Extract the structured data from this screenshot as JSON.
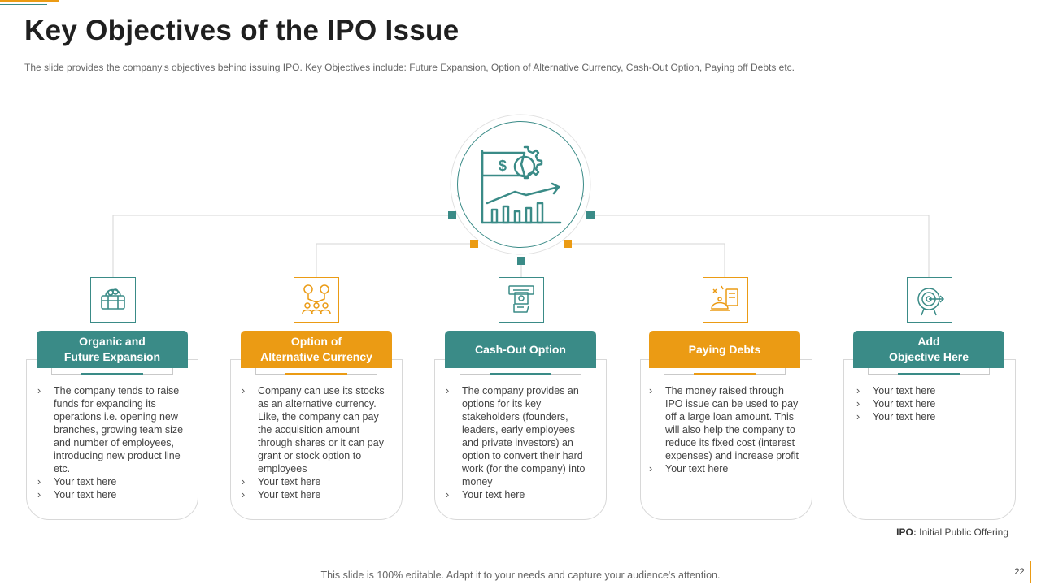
{
  "slide": {
    "title": "Key Objectives of the IPO Issue",
    "subtitle": "The slide provides the company's objectives behind issuing IPO. Key Objectives include: Future Expansion, Option of Alternative Currency, Cash-Out Option, Paying off Debts etc.",
    "center_icon": "ipo-growth-icon",
    "note_label": "IPO:",
    "note_text": "Initial Public Offering",
    "footer": "This slide is 100% editable. Adapt it to your needs and capture your audience's attention.",
    "page_number": "22"
  },
  "colors": {
    "teal": "#3a8b87",
    "orange": "#eb9b14"
  },
  "objectives": [
    {
      "icon": "basket-icon",
      "color": "teal",
      "title_line1": "Organic and",
      "title_line2": "Future Expansion",
      "bullets": [
        "The company tends to raise funds for expanding its operations i.e. opening new branches, growing team size and number of employees, introducing new product line etc.",
        "Your text here",
        "Your text here"
      ]
    },
    {
      "icon": "currency-exchange-icon",
      "color": "orange",
      "title_line1": "Option of",
      "title_line2": "Alternative Currency",
      "bullets": [
        "Company can use its stocks as an alternative currency. Like, the company can pay the acquisition amount through shares or it can pay grant or stock option to employees",
        "Your text here",
        "Your text here"
      ]
    },
    {
      "icon": "atm-cash-icon",
      "color": "teal",
      "title_line1": "Cash-Out Option",
      "title_line2": "",
      "bullets": [
        "The company provides an options for its key stakeholders (founders, leaders, early employees and private investors) an option to convert their hard work (for the company) into money",
        "Your text here"
      ]
    },
    {
      "icon": "paying-debts-icon",
      "color": "orange",
      "title_line1": "Paying Debts",
      "title_line2": "",
      "bullets": [
        "The money raised through IPO issue can be used to pay off a large loan amount. This will also help the company to reduce its fixed cost (interest expenses) and increase profit",
        "Your text here"
      ]
    },
    {
      "icon": "target-icon",
      "color": "teal",
      "title_line1": "Add",
      "title_line2": "Objective Here",
      "bullets": [
        "Your text here",
        "Your text here",
        "Your text here"
      ]
    }
  ]
}
